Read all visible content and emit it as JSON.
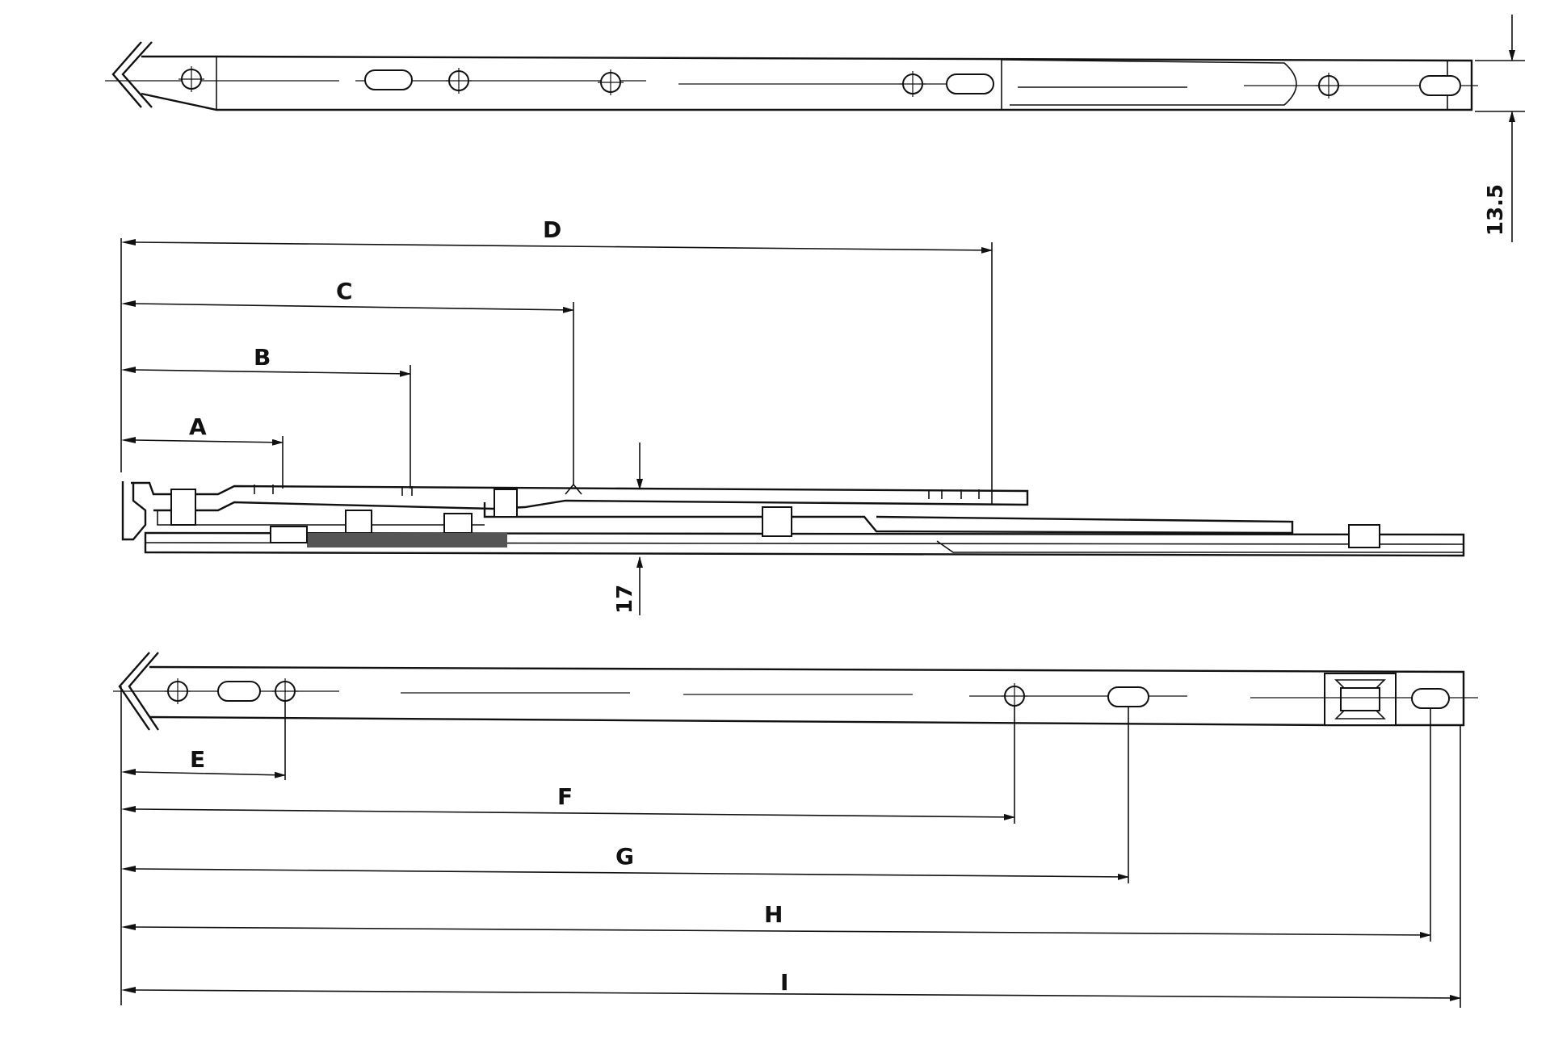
{
  "dimensions": {
    "A": "A",
    "B": "B",
    "C": "C",
    "D": "D",
    "E": "E",
    "F": "F",
    "G": "G",
    "H": "H",
    "I": "I",
    "thickness_top": "13.5",
    "thickness_side": "17"
  },
  "colors": {
    "ink": "#111111",
    "paper": "#ffffff"
  }
}
